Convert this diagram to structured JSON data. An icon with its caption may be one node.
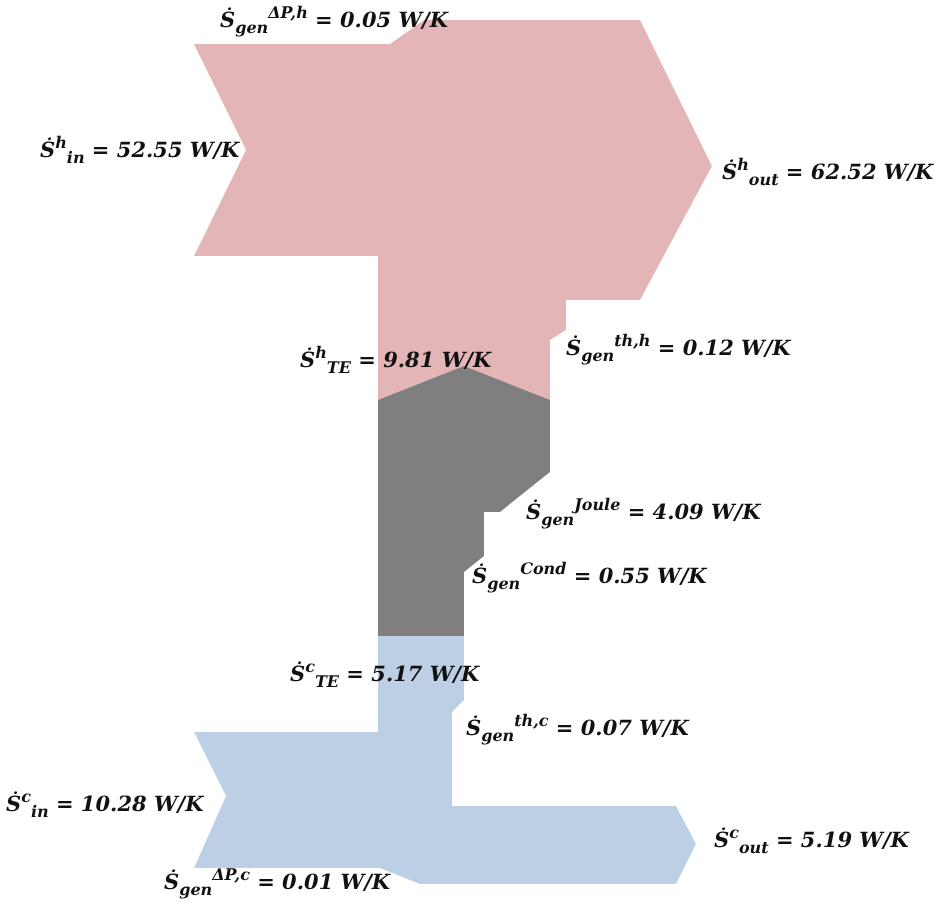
{
  "diagram": {
    "labels": [
      "Ṡ$_{gen}$$^{ΔP,h}$ = 0.05 W/K",
      "Ṡ$^{h}$$_{in}$ = 52.55 W/K",
      "Ṡ$^{h}$$_{out}$ = 62.52 W/K",
      "Ṡ$^{h}$$_{TE}$ = 9.81 W/K",
      "Ṡ$_{gen}$$^{th,h}$ = 0.12 W/K",
      "Ṡ$_{gen}$$^{Joule}$ = 4.09 W/K",
      "Ṡ$_{gen}$$^{Cond}$ = 0.55 W/K",
      "Ṡ$^{c}$$_{TE}$ = 5.17 W/K",
      "Ṡ$_{gen}$$^{th,c}$ = 0.07 W/K",
      "Ṡ$^{c}$$_{in}$ = 10.28 W/K",
      "Ṡ$^{c}$$_{out}$ = 5.19 W/K",
      "Ṡ$_{gen}$$^{ΔP,c}$ = 0.01 W/K"
    ]
  }
}
